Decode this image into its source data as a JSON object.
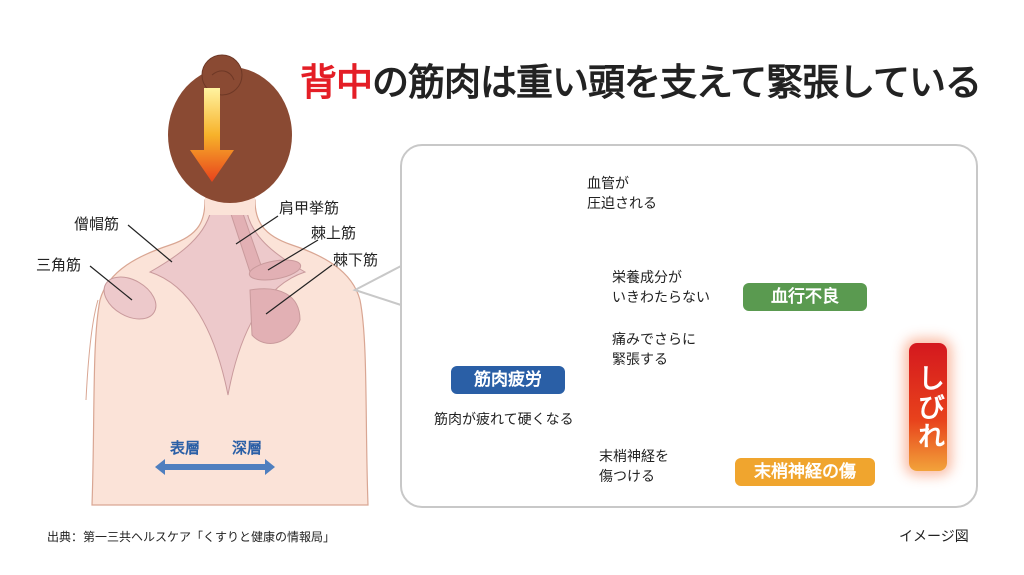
{
  "title": {
    "accent": "背中",
    "rest": "の筋肉は重い頭を支えて緊張している"
  },
  "muscles": {
    "trapezius": "僧帽筋",
    "deltoid": "三角筋",
    "levator_scapulae": "肩甲挙筋",
    "supraspinatus": "棘上筋",
    "infraspinatus": "棘下筋"
  },
  "layers": {
    "superficial": "表層",
    "deep": "深層"
  },
  "flow": {
    "compress_1": "血管が",
    "compress_2": "圧迫される",
    "nutrients_1": "栄養成分が",
    "nutrients_2": "いきわたらない",
    "pain_1": "痛みでさらに",
    "pain_2": "緊張する",
    "fatigue_caption": "筋肉が疲れて硬くなる",
    "nerve_hurt_1": "末梢神経を",
    "nerve_hurt_2": "傷つける"
  },
  "tags": {
    "fatigue": "筋肉疲労",
    "blood": "血行不良",
    "nerve": "末梢神経の傷",
    "numbness": "しびれ"
  },
  "footer": {
    "source": "出典：第一三共ヘルスケア「くすりと健康の情報局」",
    "note": "イメージ図"
  },
  "colors": {
    "accent": "#e41e26",
    "blue_tag": "#2a5fa6",
    "green_tag": "#5a9a50",
    "orange_tag": "#f0a52e"
  }
}
